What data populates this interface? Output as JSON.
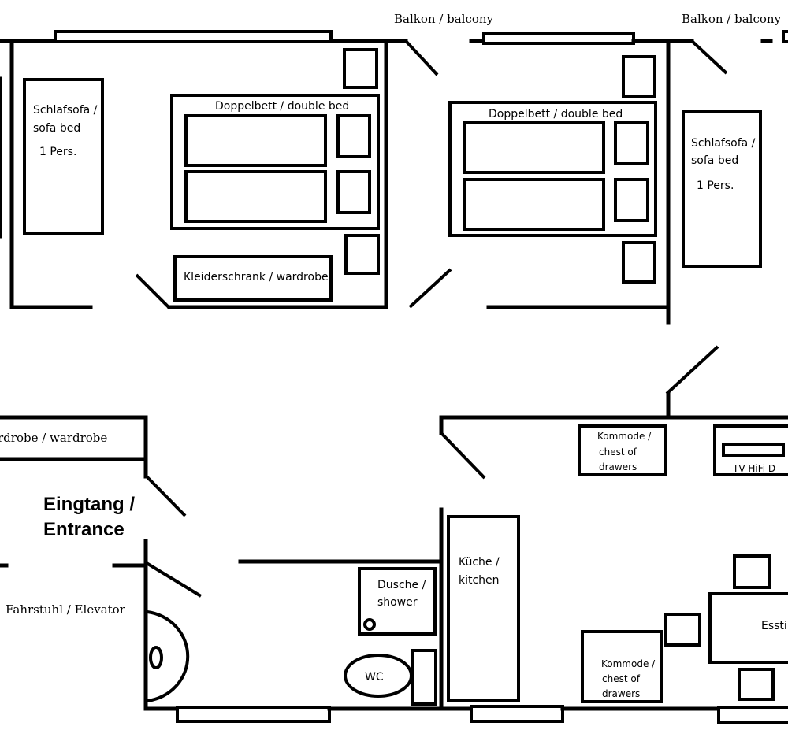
{
  "labels": {
    "balcony_left": "Balkon / balcony",
    "balcony_right": "Balkon / balcony",
    "sofabed_left_1": "Schlafsofa /",
    "sofabed_left_2": "sofa bed",
    "sofabed_left_3": "1 Pers.",
    "doublebed_left": "Doppelbett / double bed",
    "wardrobe_left": "Kleiderschrank / wardrobe",
    "doublebed_right": "Doppelbett / double bed",
    "sofabed_right_1": "Schlafsofa /",
    "sofabed_right_2": "sofa bed",
    "sofabed_right_3": "1 Pers.",
    "wardrobe_hall": "rdrobe / wardrobe",
    "entrance_1": "Eingtang /",
    "entrance_2": "Entrance",
    "elevator": "Fahrstuhl / Elevator",
    "shower_1": "Dusche /",
    "shower_2": "shower",
    "wc": "WC",
    "kitchen_1": "Küche /",
    "kitchen_2": "kitchen",
    "chest_top_1": "Kommode /",
    "chest_top_2": "chest of",
    "chest_top_3": "drawers",
    "tv": "TV  HiFi  D",
    "chest_bottom_1": "Kommode /",
    "chest_bottom_2": "chest of",
    "chest_bottom_3": "drawers",
    "dining": "Essti"
  }
}
